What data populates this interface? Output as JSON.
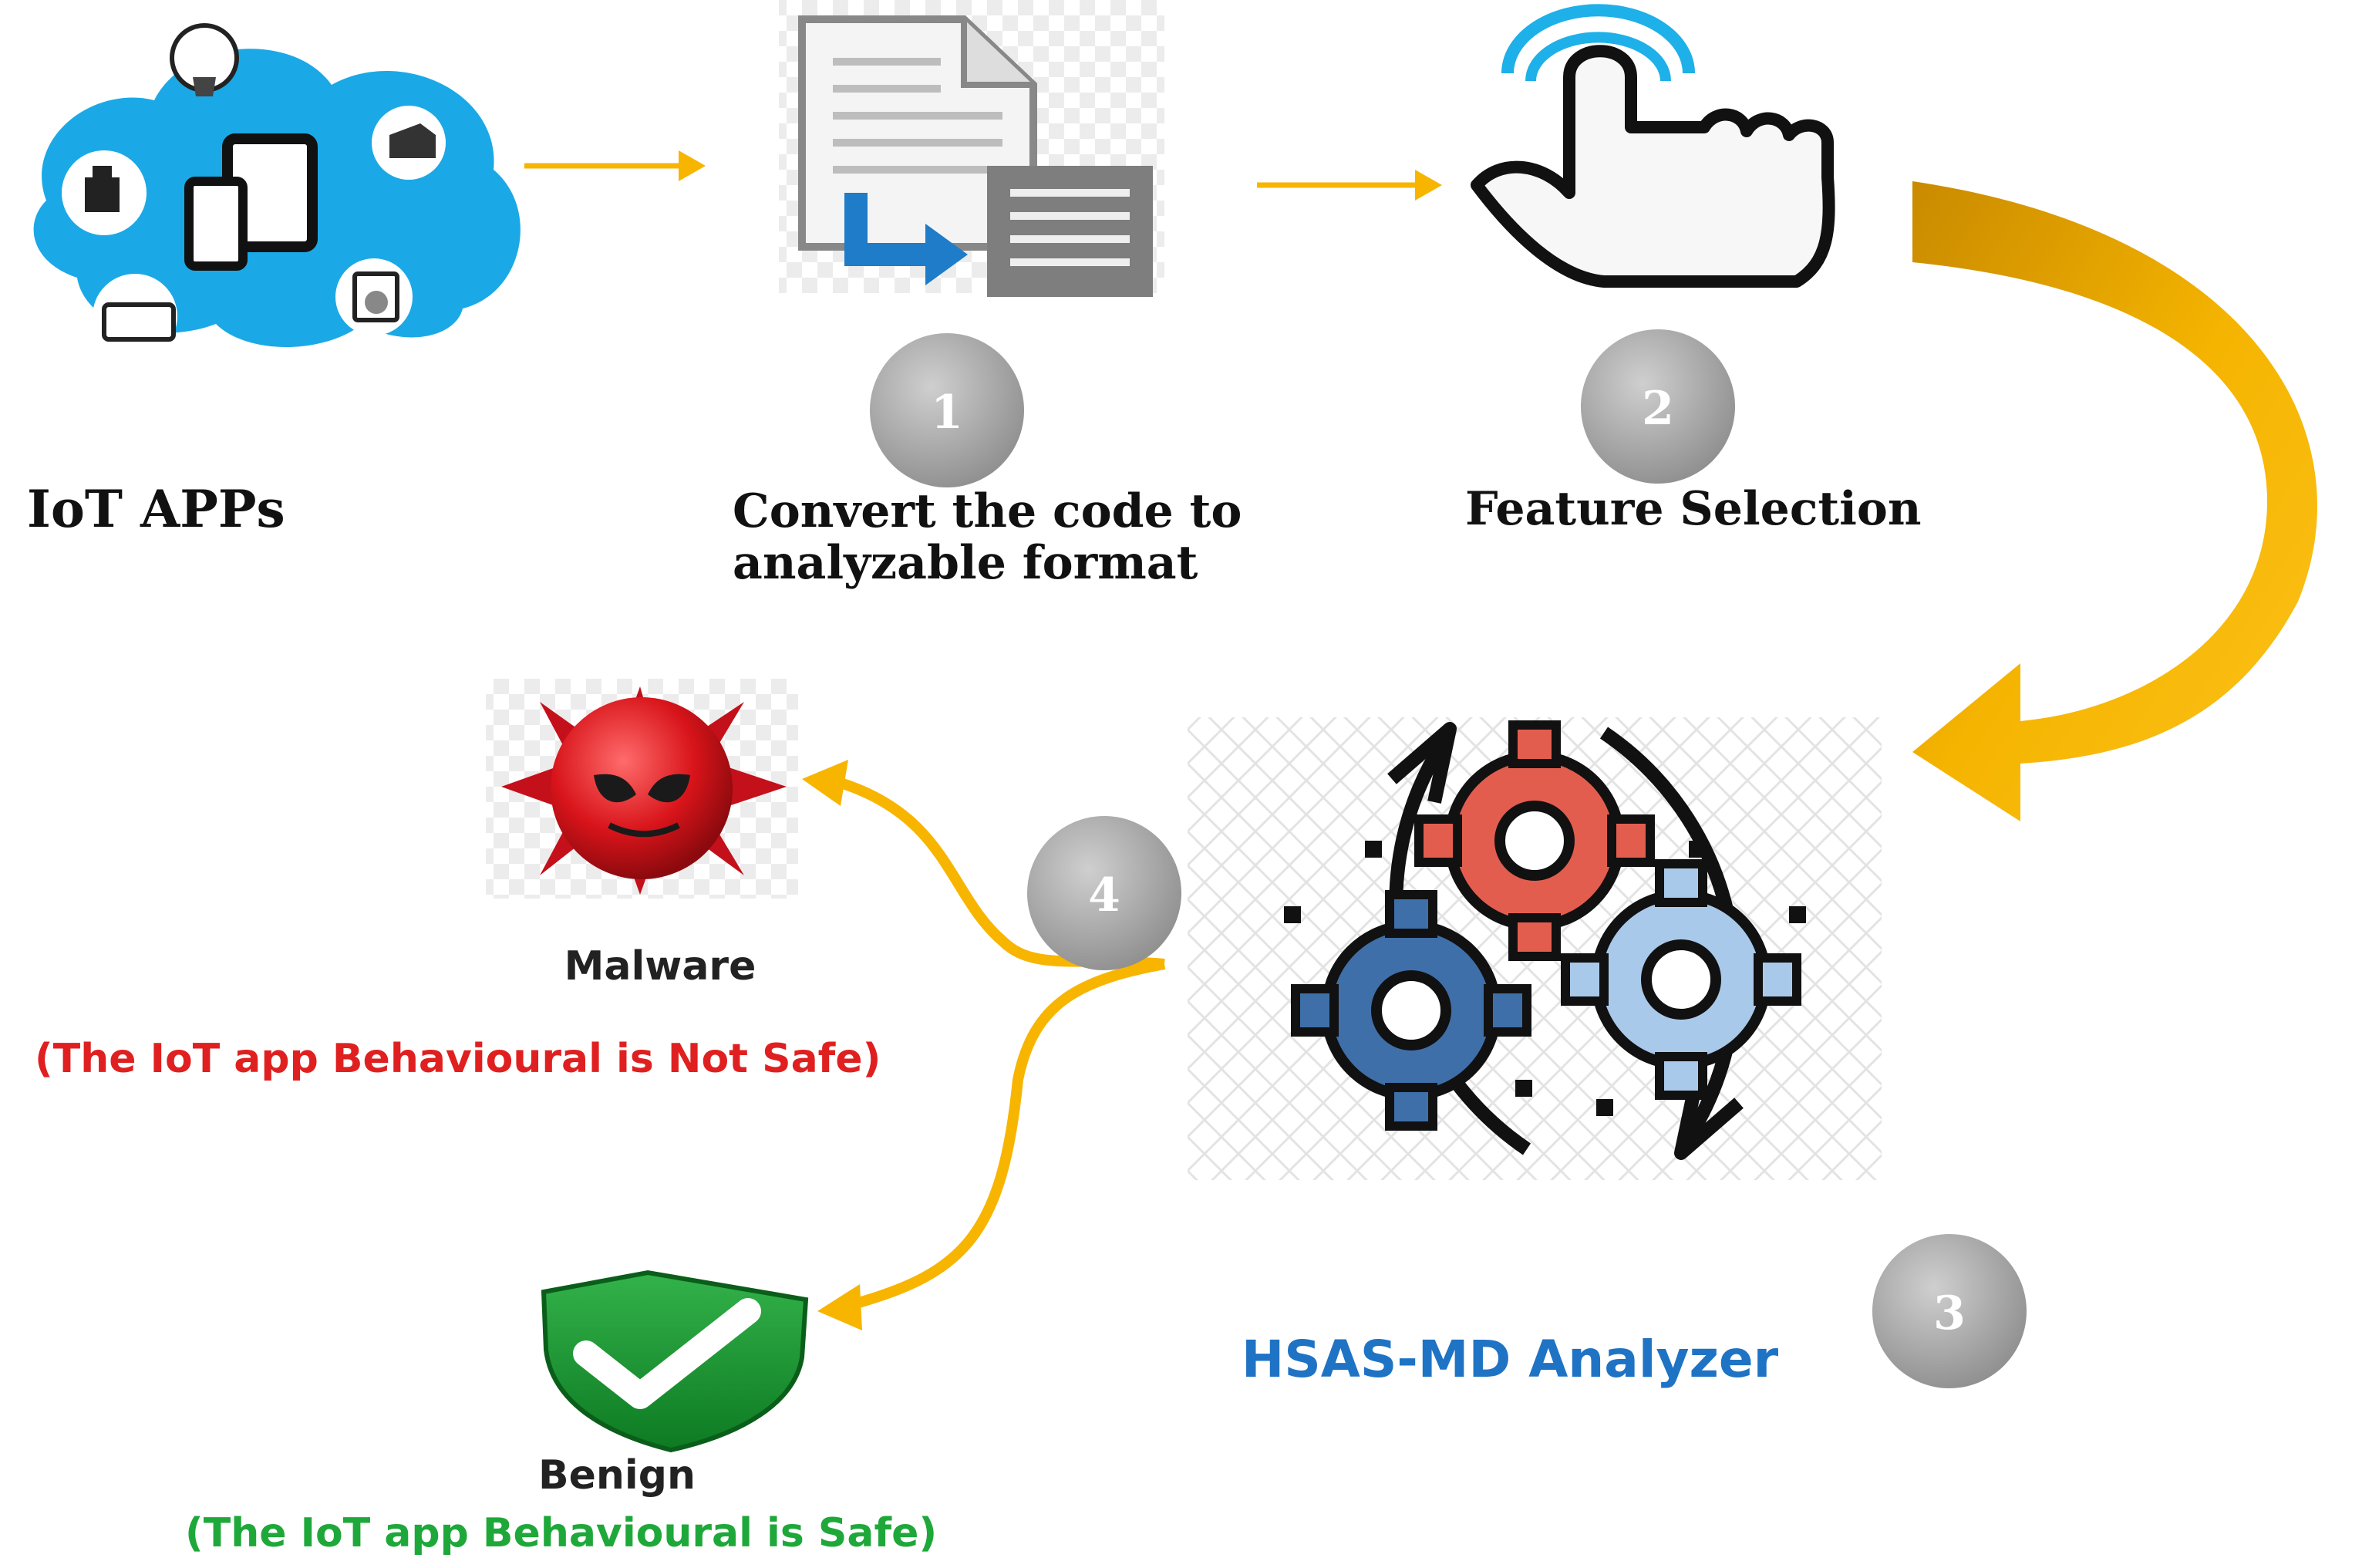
{
  "steps": {
    "iot_apps": "IoT APPs",
    "convert_line1": "Convert the code to",
    "convert_line2": "analyzable format",
    "feature_selection": "Feature Selection",
    "analyzer": "HSAS-MD Analyzer"
  },
  "badges": [
    "1",
    "2",
    "3",
    "4"
  ],
  "outcomes": {
    "malware_label": "Malware",
    "malware_note": "(The IoT app Behavioural is Not Safe)",
    "benign_label": "Benign",
    "benign_note": "(The IoT app Behavioural is Safe)"
  },
  "colors": {
    "arrow": "#f7b500",
    "big_arrow": "#f0a800",
    "cloud": "#1aa9e6",
    "badge": "#a8a8a8",
    "analyzer_text": "#1f73c4",
    "malware_note": "#e02020",
    "benign_note": "#1fa83a"
  },
  "icons": [
    "iot-cloud-icon",
    "document-convert-icon",
    "touch-hand-icon",
    "gears-cycle-icon",
    "malware-virus-icon",
    "benign-shield-icon"
  ]
}
